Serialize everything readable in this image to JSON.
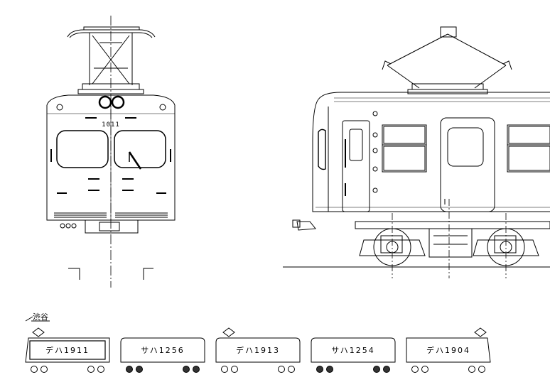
{
  "direction_label": "渋谷",
  "formation": [
    {
      "name": "デハ1911",
      "motor": false,
      "pantograph": true,
      "cab": "left"
    },
    {
      "name": "サハ1256",
      "motor": true,
      "pantograph": false,
      "cab": "none"
    },
    {
      "name": "デハ1913",
      "motor": false,
      "pantograph": true,
      "cab": "none"
    },
    {
      "name": "サハ1254",
      "motor": true,
      "pantograph": false,
      "cab": "none"
    },
    {
      "name": "デハ1904",
      "motor": false,
      "pantograph": true,
      "cab": "right"
    }
  ],
  "front_view": {
    "number_plate": "1011"
  },
  "colors": {
    "line": "#000000",
    "background": "#ffffff",
    "motor_wheel": "#333333"
  }
}
